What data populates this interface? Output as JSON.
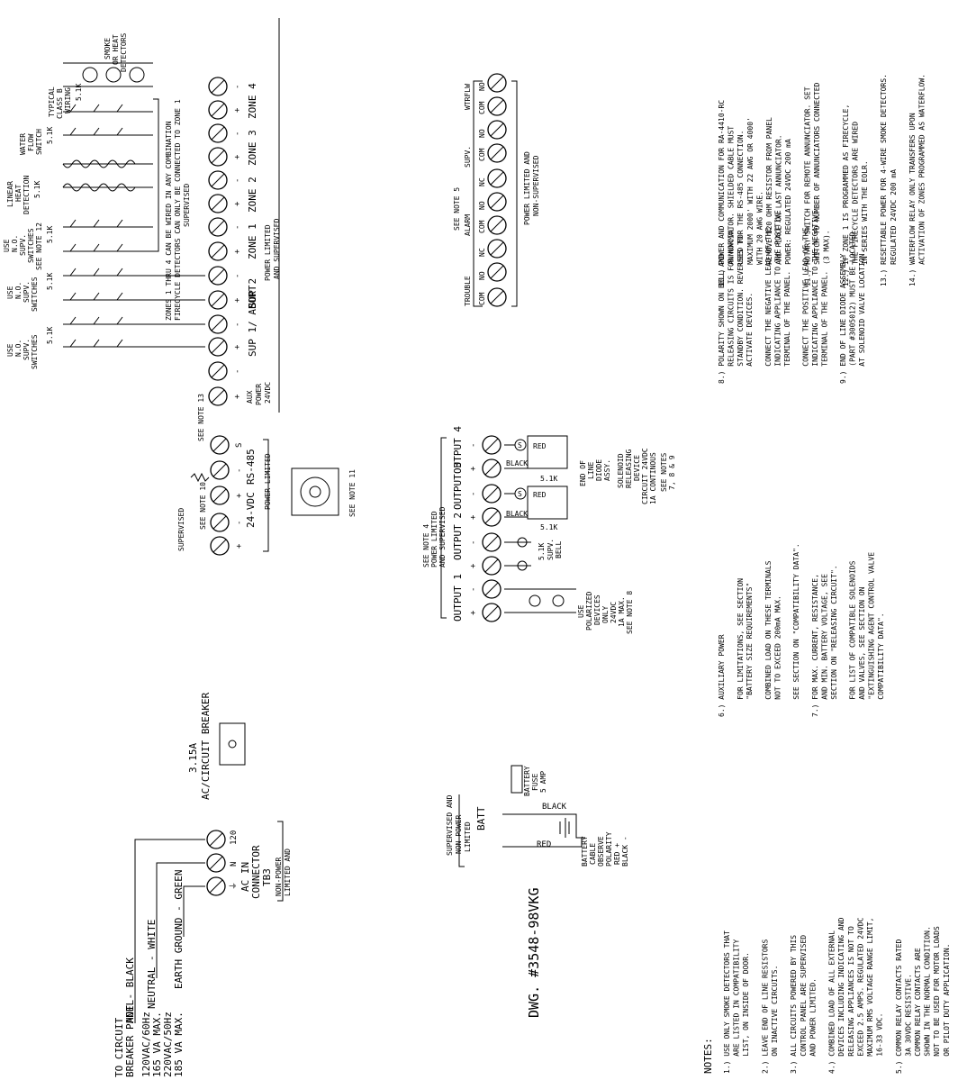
{
  "power_in": {
    "to_circuit": "TO CIRCUIT",
    "breaker_panel": "BREAKER PANEL",
    "hot": "HOT - BLACK",
    "neutral": "NEUTRAL - WHITE",
    "earth": "EARTH GROUND - GREEN",
    "spec1": "120VAC/60Hz",
    "spec2": "165 VA MAX.",
    "spec3": "220VAC/50Hz",
    "spec4": "185 VA MAX.",
    "term_labels": [
      "120",
      "N",
      "⏚"
    ],
    "conn1": "AC IN",
    "conn2": "CONNECTOR",
    "conn3": "TB3",
    "conn4": "NON-POWER",
    "conn5": "LIMITED AND"
  },
  "breaker": {
    "amps": "3.15A",
    "label": "AC/CIRCUIT BREAKER"
  },
  "drawing_number": "DWG. #3548-98VKG",
  "battery": {
    "sup1": "SUPERVISED AND",
    "sup2": "NON-POWER",
    "sup3": "LIMITED",
    "batt": "BATT",
    "black": "BLACK",
    "red": "RED",
    "fuse1": "BATTERY",
    "fuse2": "FUSE",
    "fuse3": "5 AMP",
    "note": [
      "BATTERY",
      "CABLE",
      "OBSERVE",
      "POLARITY",
      "RED +",
      "BLACK -"
    ]
  },
  "top_left": {
    "supervised": "SUPERVISED",
    "see_note_10": "SEE NOTE 10",
    "vdc_label": "24-VDC",
    "rs485": "RS-485",
    "power_limited": "POWER LIMITED",
    "see_note_11": "SEE NOTE 11",
    "see_note_13": "SEE NOTE 13",
    "signs_vdc": [
      "+",
      "-"
    ],
    "signs_rs": [
      "+",
      "-",
      "S"
    ]
  },
  "zones": {
    "term_labels": [
      "AUX POWER 24VDC",
      "SUP 1/ ABORT",
      "SUP 2",
      "ZONE 1",
      "ZONE 2",
      "ZONE 3",
      "ZONE 4"
    ],
    "note_line1": "ZONES 1 THRU 4 CAN BE WIRED IN ANY COMBINATION",
    "note_line2": "FIRECYCLE DETECTORS CAN ONLY BE CONNECTED TO ZONE 1",
    "supervised": "SUPERVISED",
    "power_limited1": "POWER LIMITED",
    "power_limited2": "AND SUPERVISED",
    "dev_sup_1": [
      "USE",
      "N.O.",
      "SUPV.",
      "SWITCHES",
      "5.1K"
    ],
    "dev_sup_2": [
      "USE",
      "N.O.",
      "SUPV.",
      "SWITCHES",
      "5.1K"
    ],
    "dev_sup_3": [
      "USE",
      "N.O.",
      "SUPV.",
      "SWITCHES",
      "SEE NOTE 12",
      "5.1K"
    ],
    "dev_heat": [
      "LINEAR",
      "HEAT",
      "DETECTION",
      "5.1K"
    ],
    "dev_water": [
      "WATER",
      "FLOW",
      "SWITCH",
      "5.1K"
    ],
    "dev_classb": [
      "TYPICAL",
      "CLASS B",
      "WIRING",
      "5.1K"
    ],
    "dev_smoke": [
      "SMOKE",
      "OR HEAT",
      "DETECTORS"
    ]
  },
  "relays": {
    "see_note_5": "SEE NOTE 5",
    "groups": [
      "TROUBLE",
      "ALARM",
      "SUPV.",
      "WTRFLW"
    ],
    "contacts": [
      "COM",
      "NO",
      "NC",
      "COM",
      "NO",
      "NC",
      "COM",
      "NO",
      "COM",
      "NO"
    ],
    "footer1": "POWER LIMITED AND",
    "footer2": "NON-SUPERVISED"
  },
  "outputs": {
    "see_note_4": "SEE NOTE 4",
    "pl1": "POWER LIMITED",
    "pl2": "AND SUPERVISED",
    "labels": [
      "OUTPUT 1",
      "OUTPUT 2",
      "OUTPUT 3",
      "OUTPUT 4"
    ],
    "black": "BLACK",
    "red": "RED",
    "r51k": "5.1K",
    "pol_dev": [
      "USE",
      "POLARIZED",
      "DEVICES",
      "ONLY",
      "24VDC",
      "1A MAX.",
      "SEE NOTE 8"
    ],
    "supv_bell": [
      "SUPV.",
      "BELL"
    ],
    "eol": [
      "END OF",
      "LINE",
      "DIODE",
      "ASSY."
    ],
    "solenoid": [
      "SOLENOID",
      "RELEASING",
      "DEVICE",
      "CIRCUIT 24VDC",
      "1A CONTINOUS",
      "SEE NOTES",
      "7, 8 & 9"
    ]
  },
  "notes": {
    "heading": "NOTES:",
    "col1": [
      "1.) USE ONLY SMOKE DETECTORS THAT",
      "    ARE LISTED IN COMPATIBILITY",
      "    LIST, ON INSIDE OF DOOR.",
      "",
      "2.) LEAVE END OF LINE RESISTORS",
      "    ON INACTIVE CIRCUITS.",
      "",
      "3.) ALL CIRCUITS POWERED BY THIS",
      "    CONTROL PANEL ARE SUPERVISED",
      "    AND POWER LIMITED.",
      "",
      "4.) COMBINED LOAD OF ALL EXTERNAL",
      "    DEVICES INCLUDING INDICATING AND",
      "    RELEASING APPLIANCES IS NOT TO",
      "    EXCEED 2.5 AMPS.  REGULATED 24VDC",
      "    MAXIMUM RMS VOLTAGE RANGE LIMIT,",
      "    16-33 VDC.",
      "",
      "5.) COMMON RELAY CONTACTS RATED",
      "    3A 30VDC RESISTIVE.",
      "    COMMON RELAY CONTACTS ARE",
      "    SHOWN IN THE NORMAL CONDITION.",
      "    NOT TO BE USED FOR MOTOR LOADS",
      "    OR PILOT DUTY APPLICATION."
    ],
    "col2": [
      "6.) AUXILIARY POWER",
      "",
      "    FOR LIMITATIONS, SEE SECTION",
      "    \"BATTERY SIZE REQUIREMENTS\"",
      "",
      "    COMBINED LOAD ON THESE TERMINALS",
      "    NOT TO EXCEED 200mA MAX.",
      "",
      "    SEE SECTION ON \"COMPATIBILITY DATA\".",
      "",
      "7.) FOR MAX. CURRENT, RESISTANCE,",
      "    AND MIN. BATTERY VOLTAGE, SEE",
      "    SECTION ON \"RELEASING CIRCUIT\".",
      "",
      "    FOR LIST OF COMPATIBLE SOLENOIDS",
      "    AND VALVES, SEE SECTION ON",
      "    \"EXTINGUISHING AGENT CONTROL VALVE",
      "    COMPATIBILITY DATA\"."
    ],
    "col3": [
      "8.) POLARITY SHOWN ON BELL AND",
      "    RELEASING CIRCUITS IS FOR NORMAL",
      "    STANDBY CONDITION.  REVERSES TO",
      "    ACTIVATE DEVICES.",
      "",
      "    CONNECT THE NEGATIVE LEAD OF THE",
      "    INDICATING APPLIANCE TO THE POSITIVE",
      "    TERMINAL OF THE PANEL.",
      "",
      "    CONNECT THE POSITIVE LEAD OF THE",
      "    INDICATING APPLIANCE TO THE NEGATIVE",
      "    TERMINAL OF THE PANEL.",
      "",
      "9.) END OF LINE DIODE ASSEMBLY",
      "    (PART #3005012) MUST BE LOCATED",
      "    AT SOLENOID VALVE LOCATION."
    ],
    "col4": [
      "10.) POWER AND COMMUNICATION FOR RA-4410-RC",
      "     ANNUNCIATOR. SHIELDED CABLE MUST",
      "     USED FOR THE RS-485 CONNECTION.",
      "     MAXIMUM 2000' WITH 22 AWG OR 4000'",
      "     WITH 20 AWG WIRE.",
      "     REMOVE 120 OHM RESISTOR FROM PANEL",
      "     AND PLACE ON LAST ANNUNCIATOR.",
      "     POWER: REGULATED 24VDC 200 mA",
      "",
      "11.) ROTARY SWITCH FOR REMOTE ANNUNCIATOR. SET",
      "     SWITCH TO NUMBER OF ANNUNCIATORS CONNECTED",
      "     (3 MAX).",
      "",
      "12.) IF ZONE 1 IS PROGRAMMED AS FIRECYCLE,",
      "     THE FIRECYCLE DETECTORS ARE WIRED",
      "     IN SERIES WITH THE EOLR.",
      "",
      "13.) RESETTABLE POWER FOR 4-WIRE SMOKE DETECTORS.",
      "     REGULATED 24VDC 200 mA",
      "",
      "14.) WATERFLOW RELAY ONLY TRANSFERS UPON",
      "     ACTIVATION OF ZONES PROGRAMMED AS WATERFLOW."
    ]
  }
}
